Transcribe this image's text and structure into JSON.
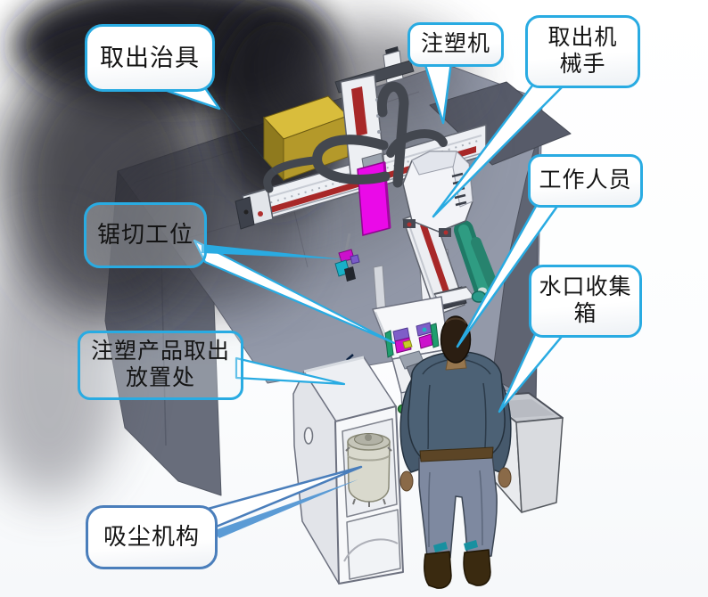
{
  "callouts": [
    {
      "id": "takeout-jig",
      "lines": [
        "取出治具"
      ]
    },
    {
      "id": "injection-molding-machine",
      "lines": [
        "注塑机"
      ]
    },
    {
      "id": "takeout-manipulator",
      "lines": [
        "取出机",
        "械手"
      ]
    },
    {
      "id": "sawing-station",
      "lines": [
        "锯切工位"
      ]
    },
    {
      "id": "worker",
      "lines": [
        "工作人员"
      ]
    },
    {
      "id": "sprue-collection-box",
      "lines": [
        "水口收集",
        "箱"
      ]
    },
    {
      "id": "product-takeout-placement",
      "lines": [
        "注塑产品取出",
        "放置处"
      ]
    },
    {
      "id": "dust-suction-mechanism",
      "lines": [
        "吸尘机构"
      ]
    }
  ],
  "colors": {
    "callout_border": "#29abe2",
    "dust_callout_border": "#4a7ebb",
    "leader_line": "#29abe2",
    "dust_leader_line": "#5b9bd5",
    "machine_gray": "#9399a9",
    "beam_red": "#a82828",
    "jig_magenta": "#ea0ae8",
    "cable_cover_green": "#2c8c74",
    "crate_yellow": "#d9bd3c",
    "worker_jacket": "#4c6175"
  },
  "illustration_parts": [
    "smoke-shadow",
    "injection-molding-machine-body",
    "yellow-crate",
    "traverse-beam",
    "vertical-arm-unit",
    "takeout-jig-plate",
    "cable-chains",
    "crosswise-beam",
    "robot-head",
    "hanging-jig-fixture",
    "sawing-station-table",
    "clamp-fixtures",
    "product-placement-mechanism",
    "dust-collector-cabinet",
    "dust-collector-tank",
    "sprue-collection-box",
    "worker-figure",
    "leader-lines"
  ]
}
